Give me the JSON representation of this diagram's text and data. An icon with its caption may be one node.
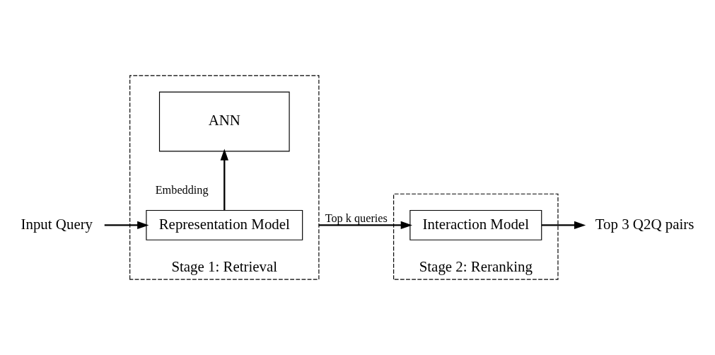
{
  "diagram": {
    "nodes": [
      {
        "text": [
          "Input Query"
        ]
      },
      {
        "text": [
          "Stage 1: Retrieval"
        ]
      },
      {
        "text": [
          "Representation Model"
        ],
        "in": 1
      },
      {
        "text": [
          "ANN"
        ],
        "in": 1
      },
      {
        "text": [
          "Stage 2: Reranking"
        ]
      },
      {
        "text": [
          "Interaction Model"
        ],
        "in": 4
      },
      {
        "text": [
          "Top 3 Q2Q pairs"
        ]
      }
    ],
    "edges": [
      {
        "from": 0,
        "to": 2,
        "arrow": "to"
      },
      {
        "from": 2,
        "to": 3,
        "arrow": "to",
        "label": "Embedding"
      },
      {
        "from": 1,
        "to": 5,
        "arrow": "to",
        "label": "Top k queries"
      },
      {
        "from": 5,
        "to": 6,
        "arrow": "to"
      }
    ]
  }
}
